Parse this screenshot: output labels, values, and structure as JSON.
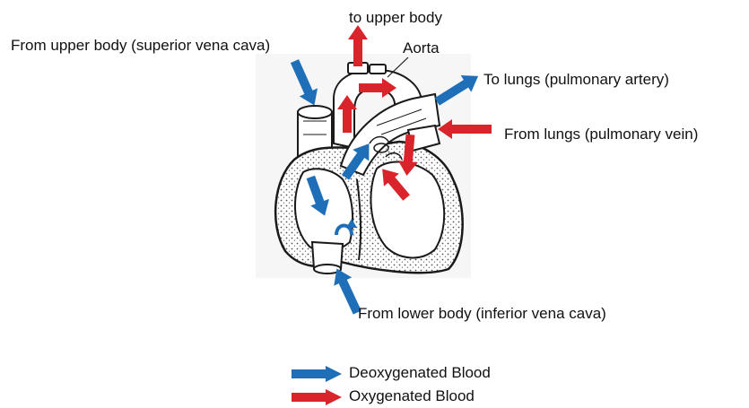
{
  "labels": {
    "to_upper_body": "to upper body",
    "from_upper_body": "From upper body (superior vena cava)",
    "aorta": "Aorta",
    "to_lungs": "To lungs (pulmonary artery)",
    "from_lungs": "From lungs (pulmonary vein)",
    "from_lower_body": "From lower body (inferior vena cava)"
  },
  "legend": {
    "items": [
      {
        "label": "Deoxygenated Blood",
        "color": "#1f6fb8",
        "meaning": "deoxygenated"
      },
      {
        "label": "Oxygenated Blood",
        "color": "#d9242b",
        "meaning": "oxygenated"
      }
    ]
  },
  "colors": {
    "deoxygenated": "#1f6fb8",
    "oxygenated": "#d9242b",
    "outline": "#1a1a1a",
    "tissue": "#9a9a9a"
  }
}
